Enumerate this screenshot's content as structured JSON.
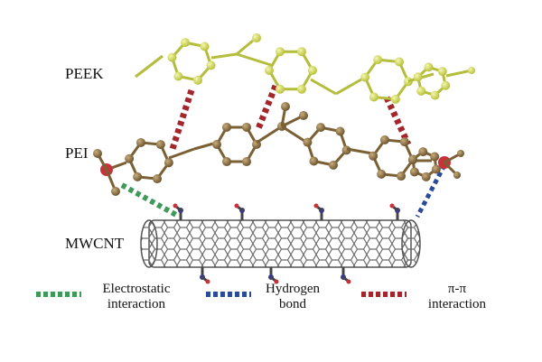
{
  "labels": {
    "peek": "PEEK",
    "pei": "PEI",
    "mwcnt": "MWCNT"
  },
  "legend": [
    {
      "line1": "Electrostatic",
      "line2": "interaction",
      "color": "#3f9a5a"
    },
    {
      "line1": "Hydrogen",
      "line2": "bond",
      "color": "#2b4a9a"
    },
    {
      "line1": "π-π",
      "line2": "interaction",
      "color": "#a3262b"
    }
  ],
  "colors": {
    "peek": "#d3dc5a",
    "pei": "#8f7444",
    "oxygen": "#c8323a",
    "tube": "#6d6d6d",
    "nitrogen": "#3a3a8a"
  }
}
